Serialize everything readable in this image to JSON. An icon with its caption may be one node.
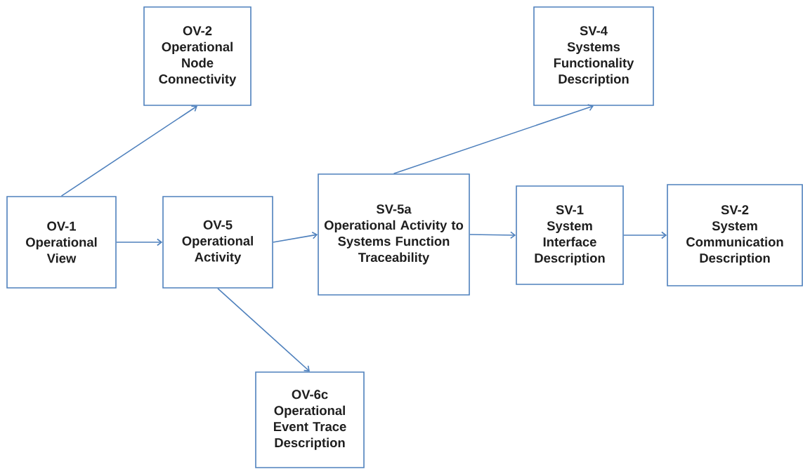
{
  "diagram": {
    "nodes": [
      {
        "text": [
          "OV-1",
          "Operational View"
        ]
      },
      {
        "text": [
          "OV-2",
          "Operational Node Connectivity"
        ]
      },
      {
        "text": [
          "OV-5",
          "Operational Activity"
        ]
      },
      {
        "text": [
          "OV-6c",
          "Operational Event Trace Description"
        ]
      },
      {
        "text": [
          "SV-5a",
          "Operational Activity to Systems Function Traceability"
        ]
      },
      {
        "text": [
          "SV-4",
          "Systems Functionality Description"
        ]
      },
      {
        "text": [
          "SV-1",
          "System Interface Description"
        ]
      },
      {
        "text": [
          "SV-2",
          "System Communication Description"
        ]
      }
    ],
    "edges": [
      {
        "from": 0,
        "to": 1,
        "arrow": "to"
      },
      {
        "from": 0,
        "to": 2,
        "arrow": "to"
      },
      {
        "from": 2,
        "to": 4,
        "arrow": "to"
      },
      {
        "from": 2,
        "to": 3,
        "arrow": "to"
      },
      {
        "from": 4,
        "to": 5,
        "arrow": "to"
      },
      {
        "from": 4,
        "to": 6,
        "arrow": "to"
      },
      {
        "from": 6,
        "to": 7,
        "arrow": "to"
      }
    ]
  }
}
